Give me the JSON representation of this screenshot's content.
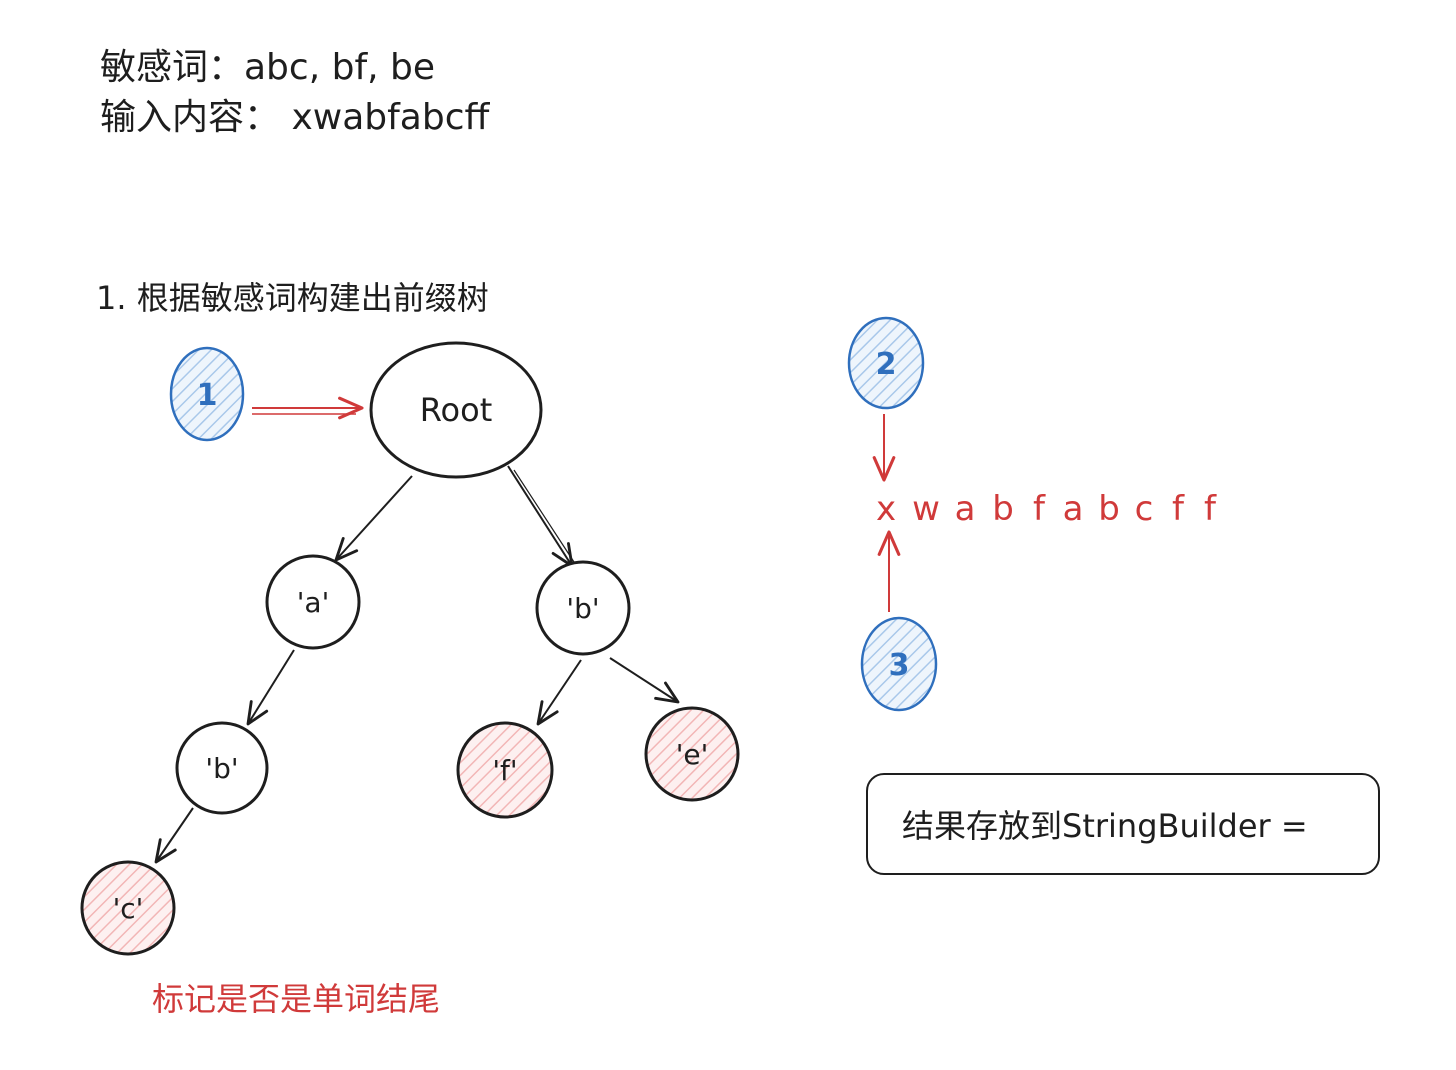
{
  "header": {
    "sensitive_words_line": "敏感词：abc, bf, be",
    "input_line": "输入内容： xwabfabcff"
  },
  "step": {
    "title": "1. 根据敏感词构建出前缀树"
  },
  "trie": {
    "nodes": [
      {
        "id": "root",
        "label": "Root",
        "end_of_word": false
      },
      {
        "id": "a",
        "label": "'a'",
        "end_of_word": false
      },
      {
        "id": "b1",
        "label": "'b'",
        "end_of_word": false
      },
      {
        "id": "b2",
        "label": "'b'",
        "end_of_word": false
      },
      {
        "id": "c",
        "label": "'c'",
        "end_of_word": true
      },
      {
        "id": "f",
        "label": "'f'",
        "end_of_word": true
      },
      {
        "id": "e",
        "label": "'e'",
        "end_of_word": true
      }
    ],
    "edges": [
      {
        "from": "root",
        "to": "a"
      },
      {
        "from": "root",
        "to": "b1"
      },
      {
        "from": "a",
        "to": "b2"
      },
      {
        "from": "b2",
        "to": "c"
      },
      {
        "from": "b1",
        "to": "f"
      },
      {
        "from": "b1",
        "to": "e"
      }
    ]
  },
  "badges": [
    {
      "id": "badge-1",
      "label": "1",
      "points_to": "root"
    },
    {
      "id": "badge-2",
      "label": "2",
      "points_to": "input-sequence"
    },
    {
      "id": "badge-3",
      "label": "3",
      "points_to": "input-sequence"
    }
  ],
  "input_sequence": [
    "x",
    "w",
    "a",
    "b",
    "f",
    "a",
    "b",
    "c",
    "f",
    "f"
  ],
  "result": {
    "label": "结果存放到StringBuilder ="
  },
  "legend": {
    "end_of_word_note": "标记是否是单词结尾"
  },
  "colors": {
    "ink": "#1e1e1e",
    "pointer_red": "#d03a3a",
    "badge_blue": "#2f6fbd",
    "badge_fill": "#d6e6f7",
    "end_fill": "#f6c9c9"
  },
  "icons": {
    "pointer_arrow": "arrow-right-icon"
  }
}
